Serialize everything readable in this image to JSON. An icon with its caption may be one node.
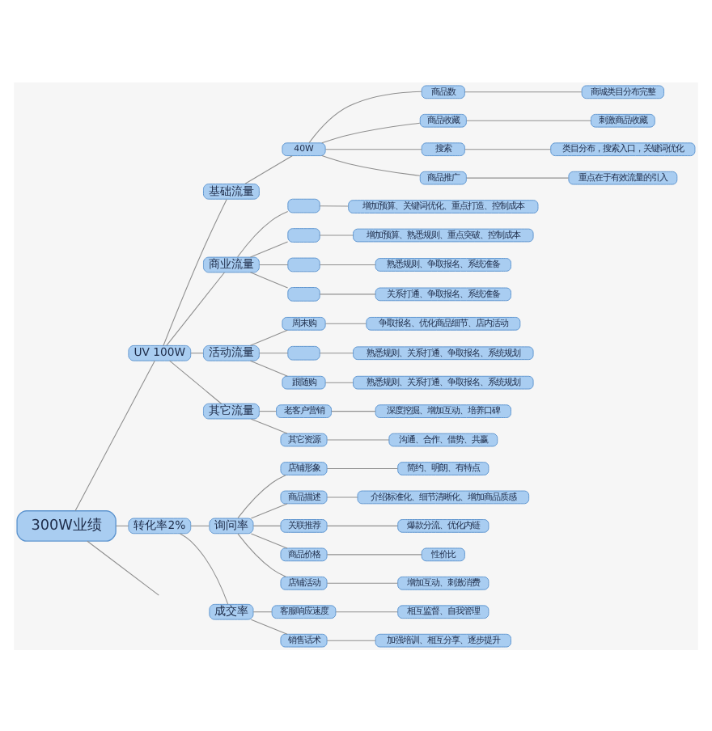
{
  "diagram": {
    "nodes": [
      {
        "text": [
          "300W业绩"
        ]
      },
      {
        "text": [
          "UV 100W"
        ]
      },
      {
        "text": [
          "基础流量"
        ]
      },
      {
        "text": [
          "40W"
        ]
      },
      {
        "text": [
          "商品数"
        ]
      },
      {
        "text": [
          "商城类目分布完整"
        ]
      },
      {
        "text": [
          "商品收藏"
        ]
      },
      {
        "text": [
          "刺激商品收藏"
        ]
      },
      {
        "text": [
          "搜索"
        ]
      },
      {
        "text": [
          "类目分布，搜索入口，关键词优化"
        ]
      },
      {
        "text": [
          "商品推广"
        ]
      },
      {
        "text": [
          "重点在于有效流量的引入"
        ]
      },
      {
        "text": [
          "商业流量"
        ]
      },
      {
        "text": [],
        "shape": "box"
      },
      {
        "text": [
          "增加预算、关键词优化、重点打造、控制成本"
        ]
      },
      {
        "text": [],
        "shape": "box"
      },
      {
        "text": [
          "增加预算、熟悉规则、重点突破、控制成本"
        ]
      },
      {
        "text": [],
        "shape": "box"
      },
      {
        "text": [
          "熟悉规则、争取报名、系统准备"
        ]
      },
      {
        "text": [],
        "shape": "box"
      },
      {
        "text": [
          "关系打通、争取报名、系统准备"
        ]
      },
      {
        "text": [
          "活动流量"
        ]
      },
      {
        "text": [
          "周末购"
        ]
      },
      {
        "text": [
          "争取报名、优化商品细节、店内活动"
        ]
      },
      {
        "text": [],
        "shape": "box"
      },
      {
        "text": [
          "熟悉规则、关系打通、争取报名、系统规划"
        ]
      },
      {
        "text": [
          "跟随购"
        ]
      },
      {
        "text": [
          "熟悉规则、关系打通、争取报名、系统规划"
        ]
      },
      {
        "text": [
          "其它流量"
        ]
      },
      {
        "text": [
          "老客户营销"
        ]
      },
      {
        "text": [
          "深度挖掘、增加互动、培养口碑"
        ]
      },
      {
        "text": [
          "其它资源"
        ]
      },
      {
        "text": [
          "沟通、合作、借势、共赢"
        ]
      },
      {
        "text": [
          "转化率2%"
        ]
      },
      {
        "text": [
          "询问率"
        ]
      },
      {
        "text": [
          "店铺形象"
        ]
      },
      {
        "text": [
          "简约、明朗、有特点"
        ]
      },
      {
        "text": [
          "商品描述"
        ]
      },
      {
        "text": [
          "介绍标准化、细节清晰化、增加商品质感"
        ]
      },
      {
        "text": [
          "关联推荐"
        ]
      },
      {
        "text": [
          "爆款分流、优化内链"
        ]
      },
      {
        "text": [
          "商品价格"
        ]
      },
      {
        "text": [
          "性价比"
        ]
      },
      {
        "text": [
          "店铺活动"
        ]
      },
      {
        "text": [
          "增加互动、刺激消费"
        ]
      },
      {
        "text": [
          "成交率"
        ]
      },
      {
        "text": [
          "客服响应速度"
        ]
      },
      {
        "text": [
          "相互监督、自我管理"
        ]
      },
      {
        "text": [
          "销售话术"
        ]
      },
      {
        "text": [
          "加强培训、相互分享、逐步提升"
        ]
      }
    ],
    "edges": [
      {
        "from": 0,
        "to": 1,
        "arrow": "none"
      },
      {
        "from": 1,
        "to": 2,
        "arrow": "none"
      },
      {
        "from": 2,
        "to": 3,
        "arrow": "none"
      },
      {
        "from": 3,
        "to": 4,
        "arrow": "none"
      },
      {
        "from": 4,
        "to": 5,
        "arrow": "none"
      },
      {
        "from": 3,
        "to": 6,
        "arrow": "none"
      },
      {
        "from": 6,
        "to": 7,
        "arrow": "none"
      },
      {
        "from": 3,
        "to": 8,
        "arrow": "none"
      },
      {
        "from": 8,
        "to": 9,
        "arrow": "none"
      },
      {
        "from": 3,
        "to": 10,
        "arrow": "none"
      },
      {
        "from": 10,
        "to": 11,
        "arrow": "none"
      },
      {
        "from": 1,
        "to": 12,
        "arrow": "none"
      },
      {
        "from": 12,
        "to": 13,
        "arrow": "none"
      },
      {
        "from": 13,
        "to": 14,
        "arrow": "none"
      },
      {
        "from": 12,
        "to": 15,
        "arrow": "none"
      },
      {
        "from": 15,
        "to": 16,
        "arrow": "none"
      },
      {
        "from": 12,
        "to": 17,
        "arrow": "none"
      },
      {
        "from": 17,
        "to": 18,
        "arrow": "none"
      },
      {
        "from": 12,
        "to": 19,
        "arrow": "none"
      },
      {
        "from": 19,
        "to": 20,
        "arrow": "none"
      },
      {
        "from": 1,
        "to": 21,
        "arrow": "none"
      },
      {
        "from": 21,
        "to": 22,
        "arrow": "none"
      },
      {
        "from": 22,
        "to": 23,
        "arrow": "none"
      },
      {
        "from": 21,
        "to": 24,
        "arrow": "none"
      },
      {
        "from": 24,
        "to": 25,
        "arrow": "none"
      },
      {
        "from": 21,
        "to": 26,
        "arrow": "none"
      },
      {
        "from": 26,
        "to": 27,
        "arrow": "none"
      },
      {
        "from": 1,
        "to": 28,
        "arrow": "none"
      },
      {
        "from": 28,
        "to": 29,
        "arrow": "none"
      },
      {
        "from": 29,
        "to": 30,
        "arrow": "none"
      },
      {
        "from": 28,
        "to": 31,
        "arrow": "none"
      },
      {
        "from": 31,
        "to": 32,
        "arrow": "none"
      },
      {
        "from": 0,
        "to": 33,
        "arrow": "none"
      },
      {
        "from": 33,
        "to": 34,
        "arrow": "none"
      },
      {
        "from": 34,
        "to": 35,
        "arrow": "none"
      },
      {
        "from": 35,
        "to": 36,
        "arrow": "none"
      },
      {
        "from": 34,
        "to": 37,
        "arrow": "none"
      },
      {
        "from": 37,
        "to": 38,
        "arrow": "none"
      },
      {
        "from": 34,
        "to": 39,
        "arrow": "none"
      },
      {
        "from": 39,
        "to": 40,
        "arrow": "none"
      },
      {
        "from": 34,
        "to": 41,
        "arrow": "none"
      },
      {
        "from": 41,
        "to": 42,
        "arrow": "none"
      },
      {
        "from": 34,
        "to": 43,
        "arrow": "none"
      },
      {
        "from": 43,
        "to": 44,
        "arrow": "none"
      },
      {
        "from": 33,
        "to": 45,
        "arrow": "none"
      },
      {
        "from": 45,
        "to": 46,
        "arrow": "none"
      },
      {
        "from": 46,
        "to": 47,
        "arrow": "none"
      },
      {
        "from": 45,
        "to": 48,
        "arrow": "none"
      },
      {
        "from": 48,
        "to": 49,
        "arrow": "none"
      },
      {
        "from": 0,
        "to": null,
        "arrow": "none"
      }
    ]
  }
}
